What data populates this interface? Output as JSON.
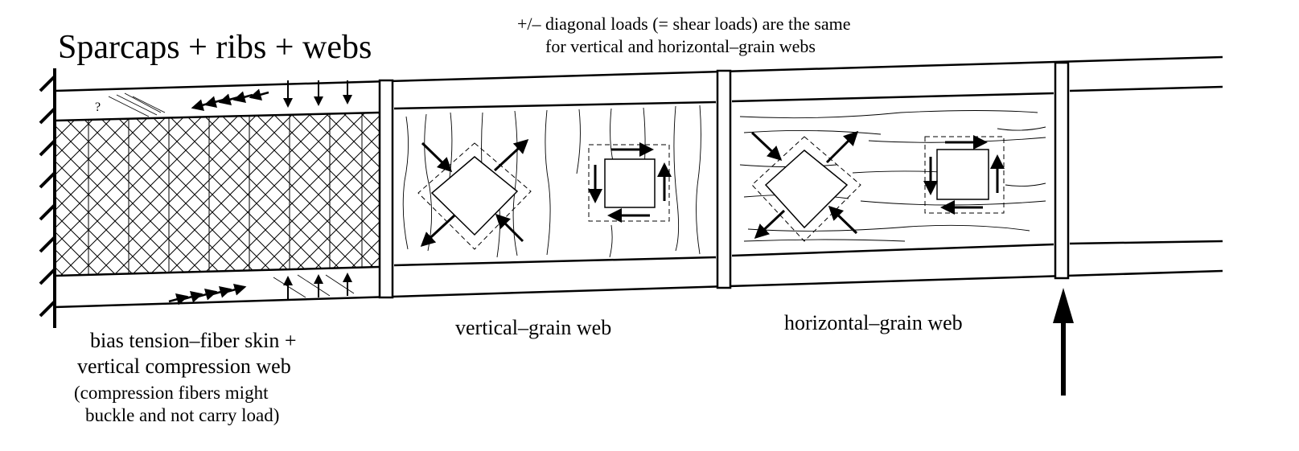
{
  "title": "Sparcaps + ribs + webs",
  "note": {
    "line1": "+/– diagonal loads (= shear loads) are the same",
    "line2": "for vertical and horizontal–grain webs"
  },
  "panels": {
    "left": {
      "question_mark": "?",
      "line1": "bias tension–fiber skin +",
      "line2": "vertical compression web",
      "line3": "(compression fibers might",
      "line4": "buckle and not carry load)"
    },
    "middle": {
      "label": "vertical–grain web"
    },
    "right": {
      "label": "horizontal–grain web"
    }
  },
  "colors": {
    "ink": "#000000",
    "background": "#ffffff"
  }
}
